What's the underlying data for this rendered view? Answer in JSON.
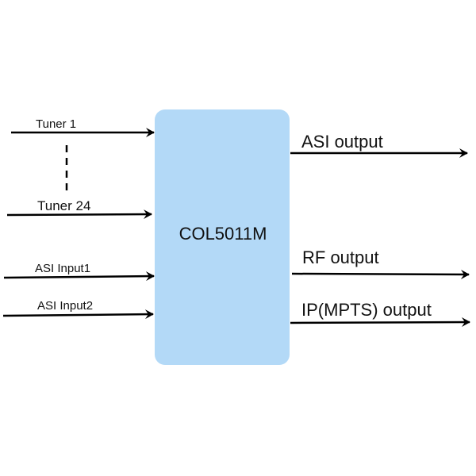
{
  "block": {
    "label": "COL5011M",
    "fill": "#b3d9f7"
  },
  "inputs": [
    {
      "label": "Tuner 1"
    },
    {
      "label": "Tuner 24"
    },
    {
      "label": "ASI Input1"
    },
    {
      "label": "ASI Input2"
    }
  ],
  "outputs": [
    {
      "label": "ASI output"
    },
    {
      "label": "RF output"
    },
    {
      "label": "IP(MPTS) output"
    }
  ]
}
